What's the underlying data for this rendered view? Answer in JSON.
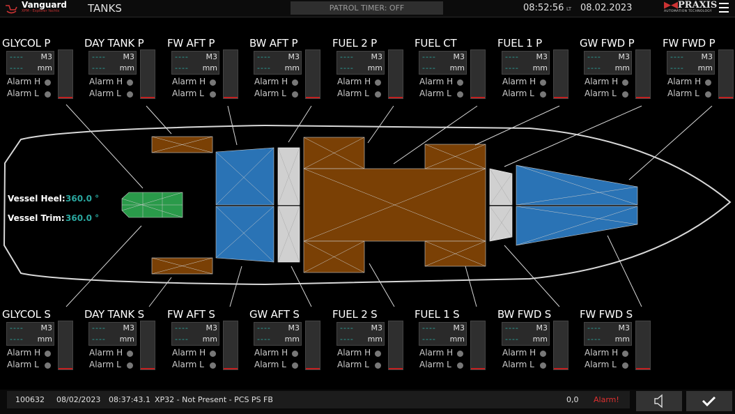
{
  "header": {
    "brand": "Vanguard",
    "brand_sub": "XPM - Explorer Yachts",
    "title": "TANKS",
    "timer": "PATROL TIMER: OFF",
    "time": "08:52:56",
    "tz": "LT",
    "date": "08.02.2023",
    "vendor": "PRAXIS",
    "vendor_sub": "AUTOMATION TECHNOLOGY"
  },
  "vessel": {
    "heel_label": "Vessel Heel:",
    "heel_value": "360.0 °",
    "trim_label": "Vessel Trim:",
    "trim_value": "360.0 °"
  },
  "tanks_top": [
    {
      "name": "GLYCOL P",
      "vol": "----",
      "vol_unit": "M3",
      "lvl": "----",
      "lvl_unit": "mm",
      "alarm_h": "Alarm H",
      "alarm_l": "Alarm L"
    },
    {
      "name": "DAY TANK P",
      "vol": "----",
      "vol_unit": "M3",
      "lvl": "----",
      "lvl_unit": "mm",
      "alarm_h": "Alarm H",
      "alarm_l": "Alarm L"
    },
    {
      "name": "FW AFT P",
      "vol": "----",
      "vol_unit": "M3",
      "lvl": "----",
      "lvl_unit": "mm",
      "alarm_h": "Alarm H",
      "alarm_l": "Alarm L"
    },
    {
      "name": "BW AFT P",
      "vol": "----",
      "vol_unit": "M3",
      "lvl": "----",
      "lvl_unit": "mm",
      "alarm_h": "Alarm H",
      "alarm_l": "Alarm L"
    },
    {
      "name": "FUEL 2 P",
      "vol": "----",
      "vol_unit": "M3",
      "lvl": "----",
      "lvl_unit": "mm",
      "alarm_h": "Alarm H",
      "alarm_l": "Alarm L"
    },
    {
      "name": "FUEL CT",
      "vol": "----",
      "vol_unit": "M3",
      "lvl": "----",
      "lvl_unit": "mm",
      "alarm_h": "Alarm H",
      "alarm_l": "Alarm L"
    },
    {
      "name": "FUEL 1 P",
      "vol": "----",
      "vol_unit": "M3",
      "lvl": "----",
      "lvl_unit": "mm",
      "alarm_h": "Alarm H",
      "alarm_l": "Alarm L"
    },
    {
      "name": "GW FWD P",
      "vol": "----",
      "vol_unit": "M3",
      "lvl": "----",
      "lvl_unit": "mm",
      "alarm_h": "Alarm H",
      "alarm_l": "Alarm L"
    },
    {
      "name": "FW FWD P",
      "vol": "----",
      "vol_unit": "M3",
      "lvl": "----",
      "lvl_unit": "mm",
      "alarm_h": "Alarm H",
      "alarm_l": "Alarm L"
    }
  ],
  "tanks_bottom": [
    {
      "name": "GLYCOL S",
      "vol": "----",
      "vol_unit": "M3",
      "lvl": "----",
      "lvl_unit": "mm",
      "alarm_h": "Alarm H",
      "alarm_l": "Alarm L"
    },
    {
      "name": "DAY TANK S",
      "vol": "----",
      "vol_unit": "M3",
      "lvl": "----",
      "lvl_unit": "mm",
      "alarm_h": "Alarm H",
      "alarm_l": "Alarm L"
    },
    {
      "name": "FW AFT S",
      "vol": "----",
      "vol_unit": "M3",
      "lvl": "----",
      "lvl_unit": "mm",
      "alarm_h": "Alarm H",
      "alarm_l": "Alarm L"
    },
    {
      "name": "GW AFT S",
      "vol": "----",
      "vol_unit": "M3",
      "lvl": "----",
      "lvl_unit": "mm",
      "alarm_h": "Alarm H",
      "alarm_l": "Alarm L"
    },
    {
      "name": "FUEL 2 S",
      "vol": "----",
      "vol_unit": "M3",
      "lvl": "----",
      "lvl_unit": "mm",
      "alarm_h": "Alarm H",
      "alarm_l": "Alarm L"
    },
    {
      "name": "FUEL 1 S",
      "vol": "----",
      "vol_unit": "M3",
      "lvl": "----",
      "lvl_unit": "mm",
      "alarm_h": "Alarm H",
      "alarm_l": "Alarm L"
    },
    {
      "name": "BW FWD S",
      "vol": "----",
      "vol_unit": "M3",
      "lvl": "----",
      "lvl_unit": "mm",
      "alarm_h": "Alarm H",
      "alarm_l": "Alarm L"
    },
    {
      "name": "FW FWD S",
      "vol": "----",
      "vol_unit": "M3",
      "lvl": "----",
      "lvl_unit": "mm",
      "alarm_h": "Alarm H",
      "alarm_l": "Alarm L"
    }
  ],
  "status": {
    "id": "100632",
    "date": "08/02/2023",
    "time": "08:37:43.1",
    "message": "XP32 - Not Present - PCS PS FB",
    "value": "0,0",
    "state": "Alarm!"
  },
  "colors": {
    "fuel": "#7a4005",
    "water": "#2a73b5",
    "glycol": "#2a9a4a",
    "grey": "#d0d0d0",
    "accent": "#2aa8a0",
    "alarm": "#e03030"
  }
}
